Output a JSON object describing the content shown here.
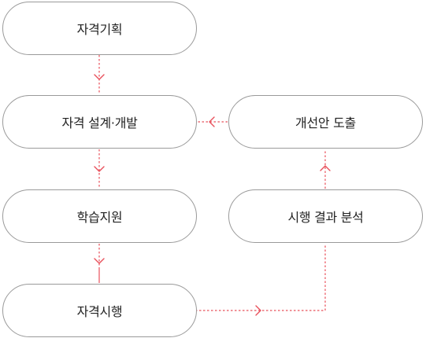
{
  "nodes": {
    "qualification_planning": "자격기획",
    "qualification_design": "자격 설계·개발",
    "learning_support": "학습지원",
    "qualification_exam": "자격시행",
    "exam_result_analysis": "시행 결과 분석",
    "improvement_derivation": "개선안 도출"
  },
  "colors": {
    "connector": "#e8505b",
    "node_border": "#9a9a9a",
    "text": "#222222"
  }
}
